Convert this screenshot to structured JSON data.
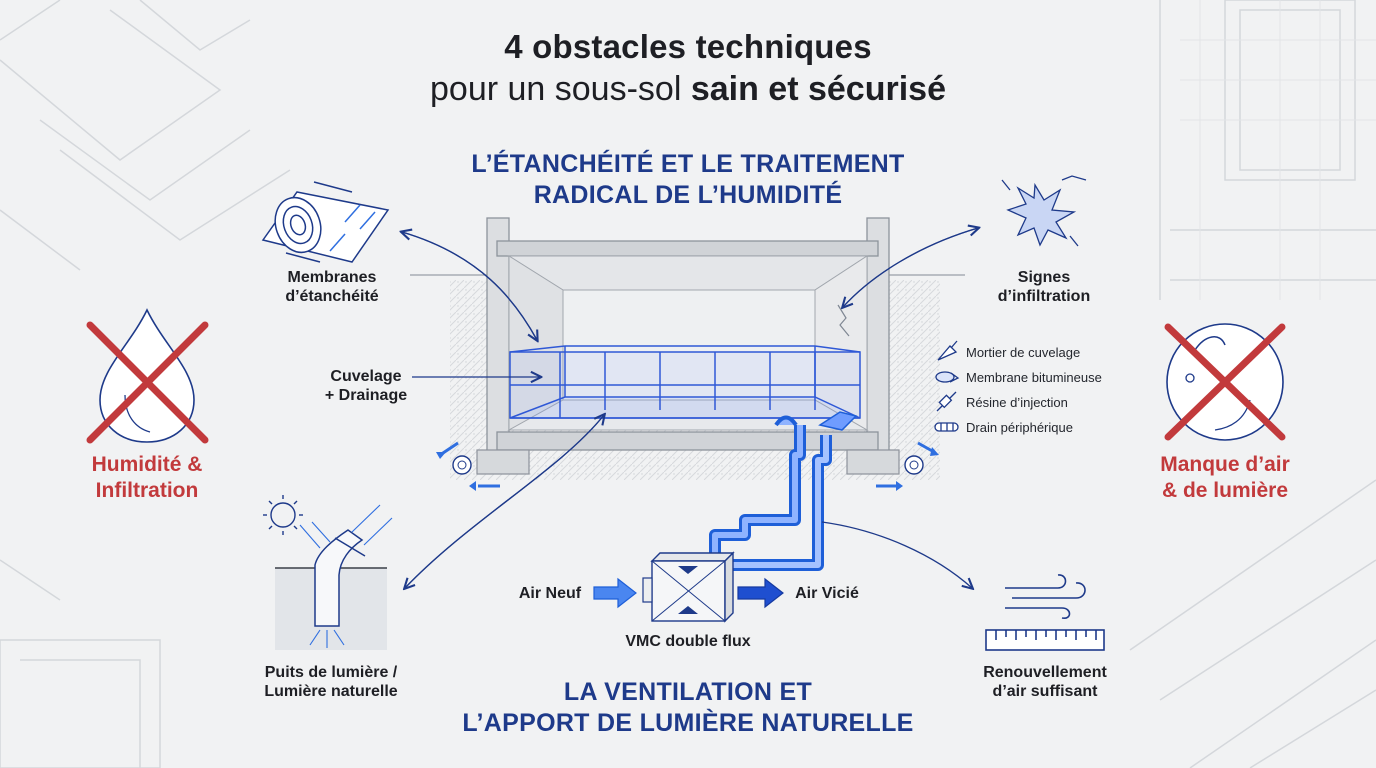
{
  "title": {
    "line1": "4 obstacles techniques",
    "line2_prefix": "pour un sous-sol ",
    "line2_bold": "sain et sécurisé"
  },
  "sections": {
    "top": {
      "line1": "L’ÉTANCHÉITÉ ET LE TRAITEMENT",
      "line2": "RADICAL DE L’HUMIDITÉ"
    },
    "bottom": {
      "line1": "LA VENTILATION ET",
      "line2": "L’APPORT DE LUMIÈRE NATURELLE"
    }
  },
  "obstacles": {
    "left": {
      "line1": "Humidité &",
      "line2": "Infiltration",
      "icon": "water-drop-crossed-icon"
    },
    "right": {
      "line1": "Manque d’air",
      "line2": "& de lumière",
      "icon": "bubble-crossed-icon"
    }
  },
  "labels": {
    "membranes": {
      "line1": "Membranes",
      "line2": "d’étanchéité",
      "icon": "membrane-roll-icon"
    },
    "signes": {
      "line1": "Signes",
      "line2": "d’infiltration",
      "icon": "infiltration-splash-icon"
    },
    "cuvelage": {
      "line1": "Cuvelage",
      "line2": "+ Drainage"
    },
    "puits": {
      "line1": "Puits de lumière /",
      "line2": "Lumière naturelle",
      "icon": "light-tube-icon"
    },
    "renouvellement": {
      "line1": "Renouvellement",
      "line2": "d’air suffisant",
      "icon": "wind-icon"
    },
    "air_neuf": "Air Neuf",
    "air_vicie": "Air Vicié",
    "vmc": "VMC double flux"
  },
  "materials": [
    {
      "label": "Mortier de cuvelage",
      "icon": "trowel-icon"
    },
    {
      "label": "Membrane bitumineuse",
      "icon": "bitumen-roll-icon"
    },
    {
      "label": "Résine d’injection",
      "icon": "syringe-icon"
    },
    {
      "label": "Drain périphérique",
      "icon": "drain-pipe-icon"
    }
  ],
  "colors": {
    "navy": "#1e3a8a",
    "accent_red": "#c23a3c",
    "blue": "#2f6fe0",
    "background": "#f1f2f3"
  }
}
